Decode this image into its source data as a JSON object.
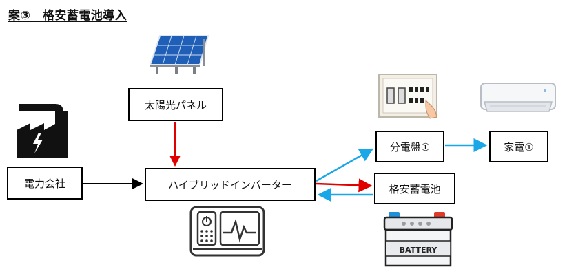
{
  "title": "案③　格安蓄電池導入",
  "nodes": {
    "solar_panel": "太陽光パネル",
    "power_company": "電力会社",
    "inverter": "ハイブリッドインバーター",
    "distribution_board": "分電盤①",
    "appliance": "家電①",
    "battery": "格安蓄電池"
  },
  "illustrations": {
    "battery_label": "BATTERY"
  },
  "colors": {
    "red_arrow": "#e00000",
    "blue_arrow": "#1aa7e8",
    "black_arrow": "#000000"
  }
}
